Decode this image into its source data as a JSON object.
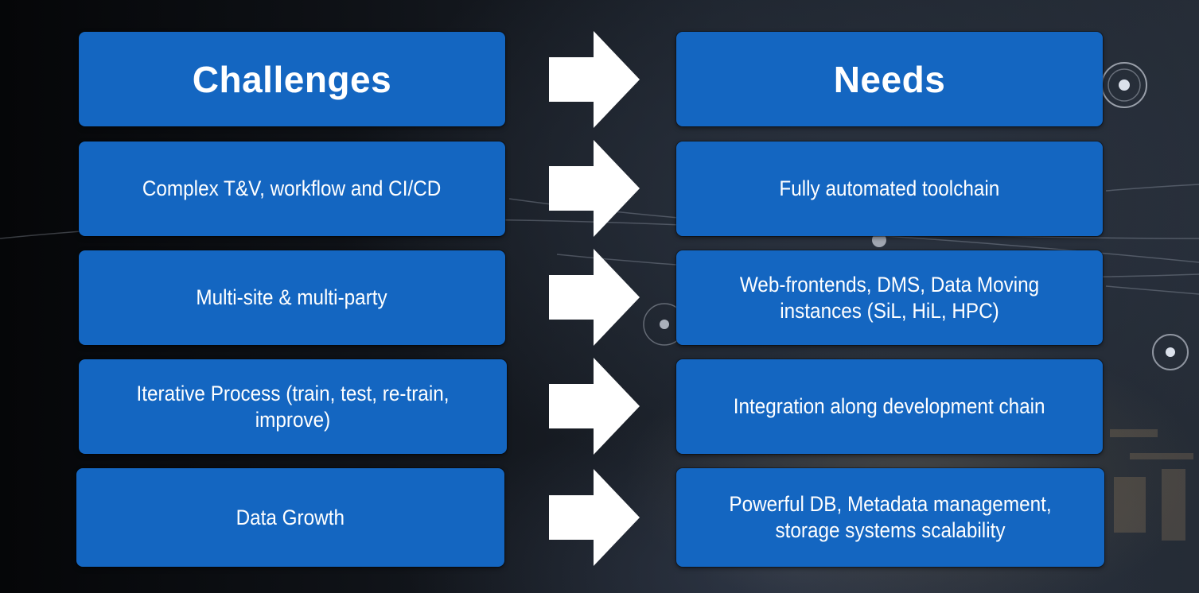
{
  "diagram": {
    "challenges_title": "Challenges",
    "needs_title": "Needs",
    "rows": [
      {
        "challenge": "Complex T&V, workflow and CI/CD",
        "need": "Fully automated toolchain"
      },
      {
        "challenge": "Multi-site & multi-party",
        "need": "Web-frontends, DMS, Data Moving instances (SiL, HiL, HPC)"
      },
      {
        "challenge": "Iterative Process (train, test, re-train, improve)",
        "need": "Integration along development chain"
      },
      {
        "challenge": "Data Growth",
        "need": "Powerful DB, Metadata management, storage systems scalability"
      }
    ]
  },
  "colors": {
    "box_fill": "#1466c1",
    "text": "#ffffff",
    "arrow": "#ffffff"
  },
  "icons": [
    "arrow-right-icon",
    "target-circle-icon"
  ]
}
